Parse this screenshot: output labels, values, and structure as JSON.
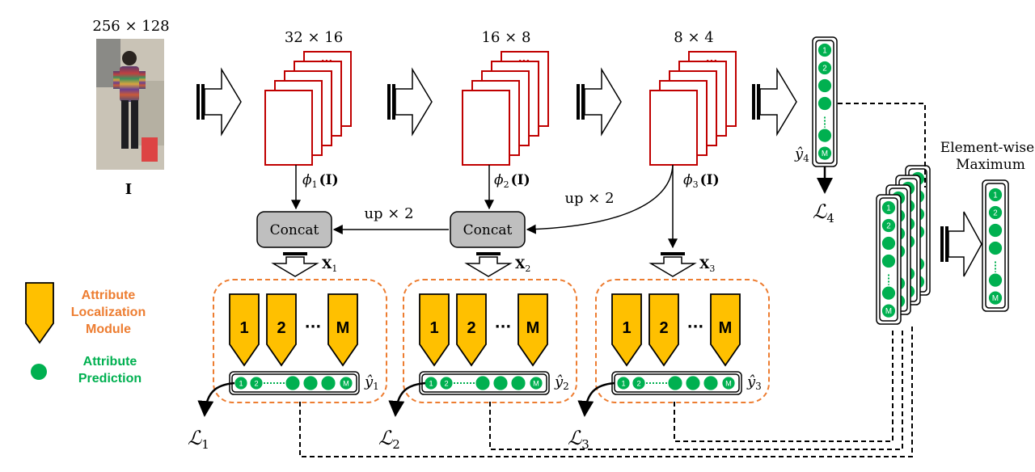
{
  "input": {
    "size": "256 × 128",
    "label": "I"
  },
  "stages": [
    {
      "size": "32 × 16",
      "phi": "ϕ",
      "phi_sub": "1",
      "phi_arg": "(I)"
    },
    {
      "size": "16 × 8",
      "phi": "ϕ",
      "phi_sub": "2",
      "phi_arg": "(I)"
    },
    {
      "size": "8 × 4",
      "phi": "ϕ",
      "phi_sub": "3",
      "phi_arg": "(I)"
    }
  ],
  "ellipsis": "···",
  "concat": [
    "Concat",
    "Concat"
  ],
  "upsample": [
    "up × 2",
    "up × 2"
  ],
  "features": [
    {
      "x": "X",
      "sub": "1"
    },
    {
      "x": "X",
      "sub": "2"
    },
    {
      "x": "X",
      "sub": "3"
    }
  ],
  "alm": {
    "first": "1",
    "second": "2",
    "dots": "···",
    "last": "M"
  },
  "pred": {
    "c1": "1",
    "c2": "2",
    "cm": "M"
  },
  "yhat": [
    {
      "y": "ŷ",
      "sub": "1"
    },
    {
      "y": "ŷ",
      "sub": "2"
    },
    {
      "y": "ŷ",
      "sub": "3"
    },
    {
      "y": "ŷ",
      "sub": "4"
    }
  ],
  "losses": [
    {
      "L": "ℒ",
      "sub": "1"
    },
    {
      "L": "ℒ",
      "sub": "2"
    },
    {
      "L": "ℒ",
      "sub": "3"
    },
    {
      "L": "ℒ",
      "sub": "4"
    }
  ],
  "legend": {
    "alm_lines": [
      "Attribute",
      "Localization",
      "Module"
    ],
    "pred_lines": [
      "Attribute",
      "Prediction"
    ]
  },
  "elementwise": [
    "Element-wise",
    "Maximum"
  ],
  "colors": {
    "alm": "#FFC000",
    "pred": "#00B050",
    "map": "#C00000",
    "dashed": "#ED7D31",
    "concat": "#BFBFBF"
  }
}
